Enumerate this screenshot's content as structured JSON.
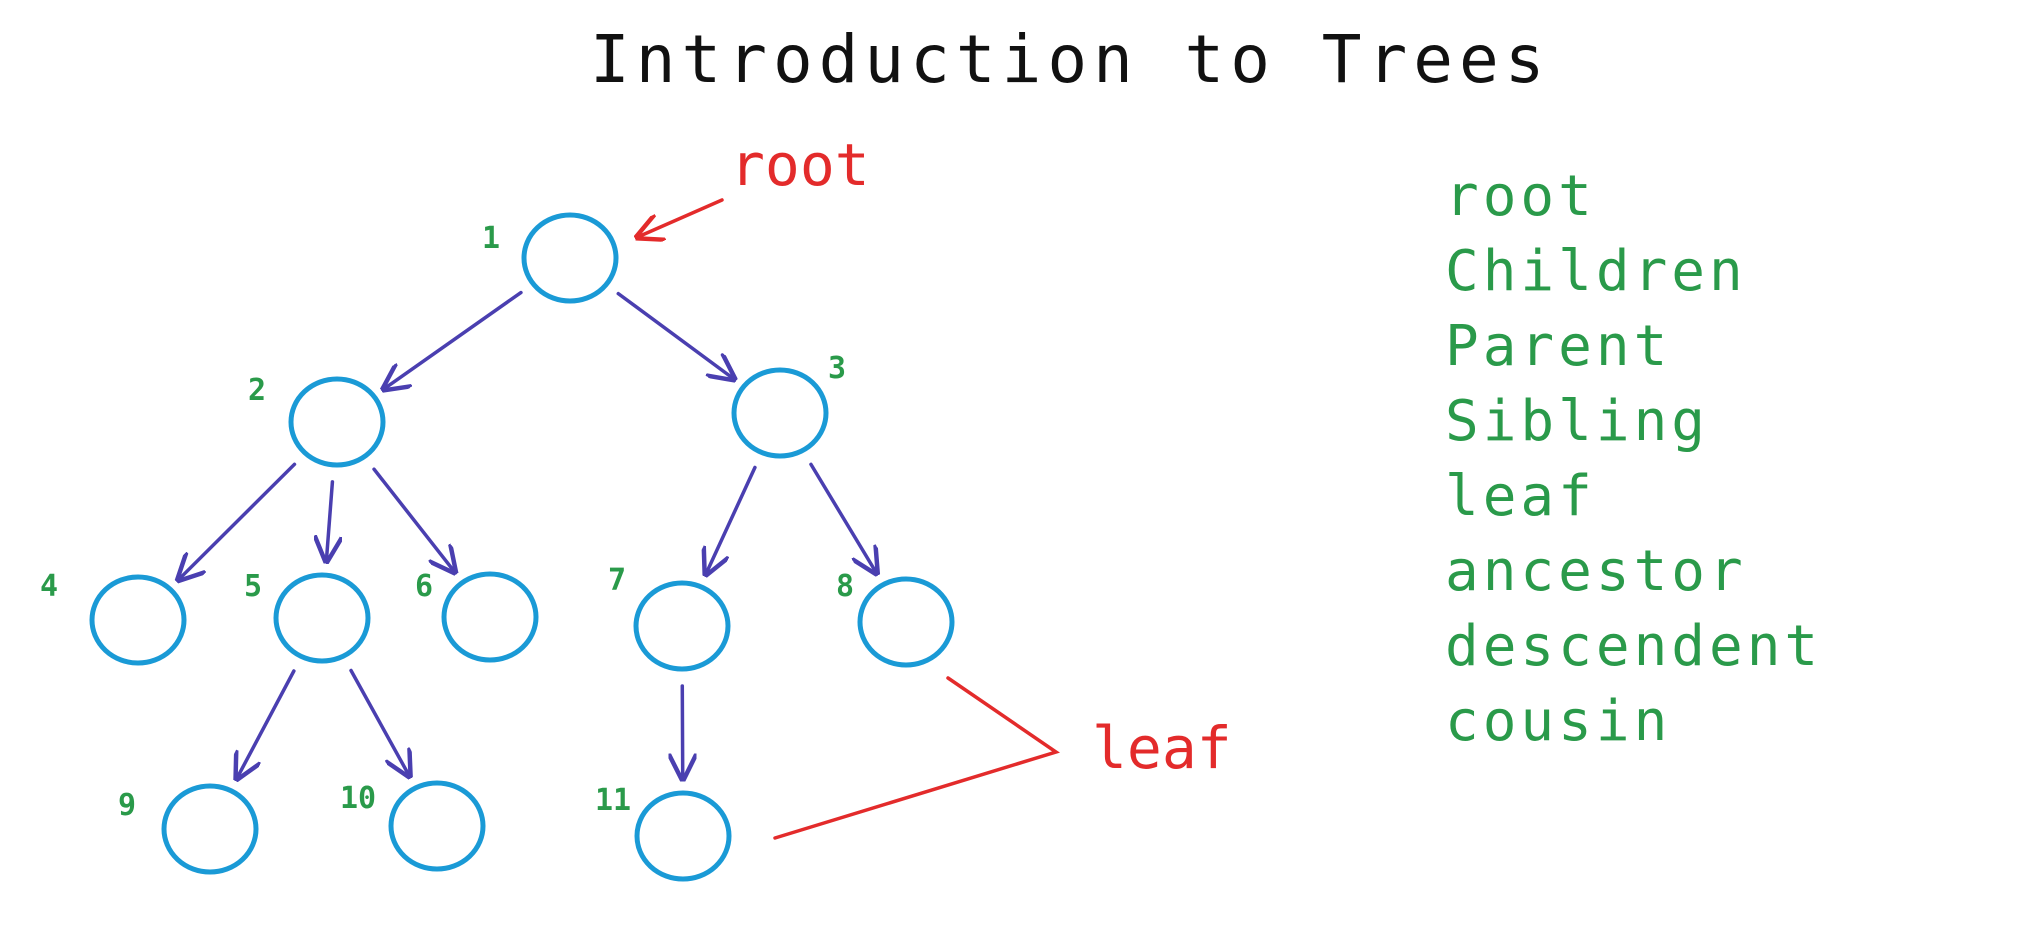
{
  "title": "Introduction to Trees",
  "callouts": {
    "root": "root",
    "leaf": "leaf"
  },
  "nodes": [
    {
      "id": "1",
      "label": "1"
    },
    {
      "id": "2",
      "label": "2"
    },
    {
      "id": "3",
      "label": "3"
    },
    {
      "id": "4",
      "label": "4"
    },
    {
      "id": "5",
      "label": "5"
    },
    {
      "id": "6",
      "label": "6"
    },
    {
      "id": "7",
      "label": "7"
    },
    {
      "id": "8",
      "label": "8"
    },
    {
      "id": "9",
      "label": "9"
    },
    {
      "id": "10",
      "label": "10"
    },
    {
      "id": "11",
      "label": "11"
    }
  ],
  "edges": [
    {
      "from": "1",
      "to": "2"
    },
    {
      "from": "1",
      "to": "3"
    },
    {
      "from": "2",
      "to": "4"
    },
    {
      "from": "2",
      "to": "5"
    },
    {
      "from": "2",
      "to": "6"
    },
    {
      "from": "3",
      "to": "7"
    },
    {
      "from": "3",
      "to": "8"
    },
    {
      "from": "5",
      "to": "9"
    },
    {
      "from": "5",
      "to": "10"
    },
    {
      "from": "7",
      "to": "11"
    }
  ],
  "terms": [
    "root",
    "Children",
    "Parent",
    "Sibling",
    "leaf",
    "ancestor",
    "descendent",
    "cousin"
  ],
  "colors": {
    "node": "#1a9ad6",
    "edge": "#4a3fb0",
    "number": "#2a9a4a",
    "annotation": "#e32b2b",
    "title": "#111111"
  }
}
